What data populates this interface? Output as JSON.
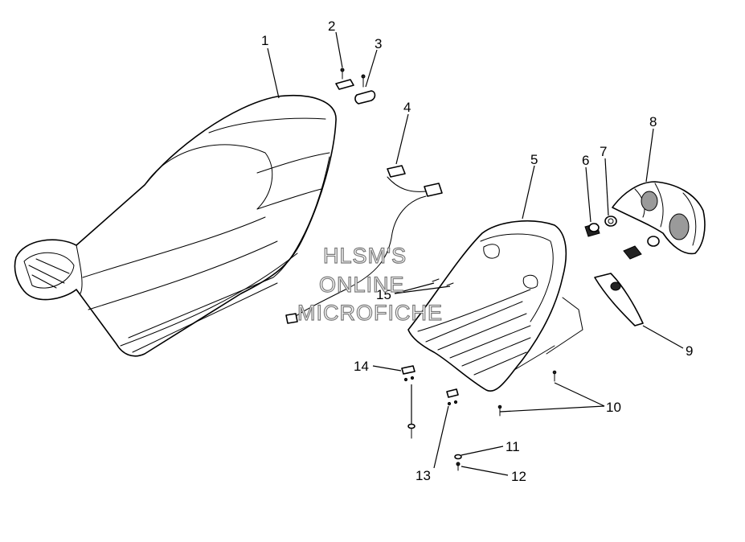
{
  "watermark": {
    "line1": "HLSM'S",
    "line2": "ONLINE",
    "line3": "MICROFICHE"
  },
  "callouts": {
    "c1": "1",
    "c2": "2",
    "c3": "3",
    "c4": "4",
    "c5": "5",
    "c6": "6",
    "c7": "7",
    "c8": "8",
    "c9": "9",
    "c10": "10",
    "c11": "11",
    "c12": "12",
    "c13": "13",
    "c14": "14",
    "c15": "15"
  }
}
